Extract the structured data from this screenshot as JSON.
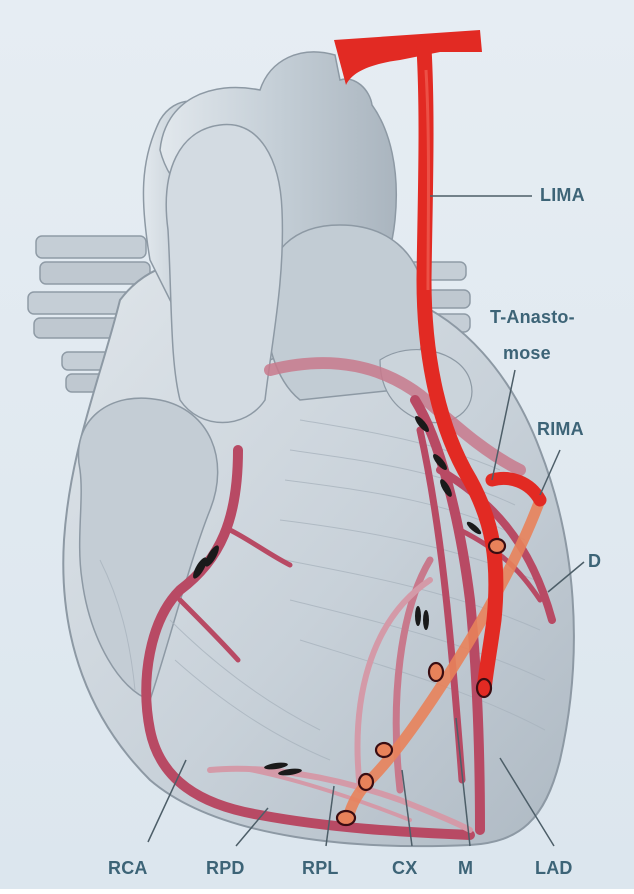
{
  "labels": {
    "lima": "LIMA",
    "t_anastomose_line1": "T-Anasto-",
    "t_anastomose_line2": "mose",
    "rima": "RIMA",
    "d": "D",
    "rca": "RCA",
    "rpd": "RPD",
    "rpl": "RPL",
    "cx": "CX",
    "m": "M",
    "lad": "LAD"
  },
  "colors": {
    "background": "#e3eaf1",
    "heart_fill": "#c9d2da",
    "heart_shadow": "#9aa6b1",
    "coronary_artery": "#b84a64",
    "arterial_graft": "#e22a23",
    "vein_graft": "#e8825a",
    "stenosis": "#1a1a1a",
    "label_text": "#3d6477",
    "leader_line": "#4d5e68"
  }
}
